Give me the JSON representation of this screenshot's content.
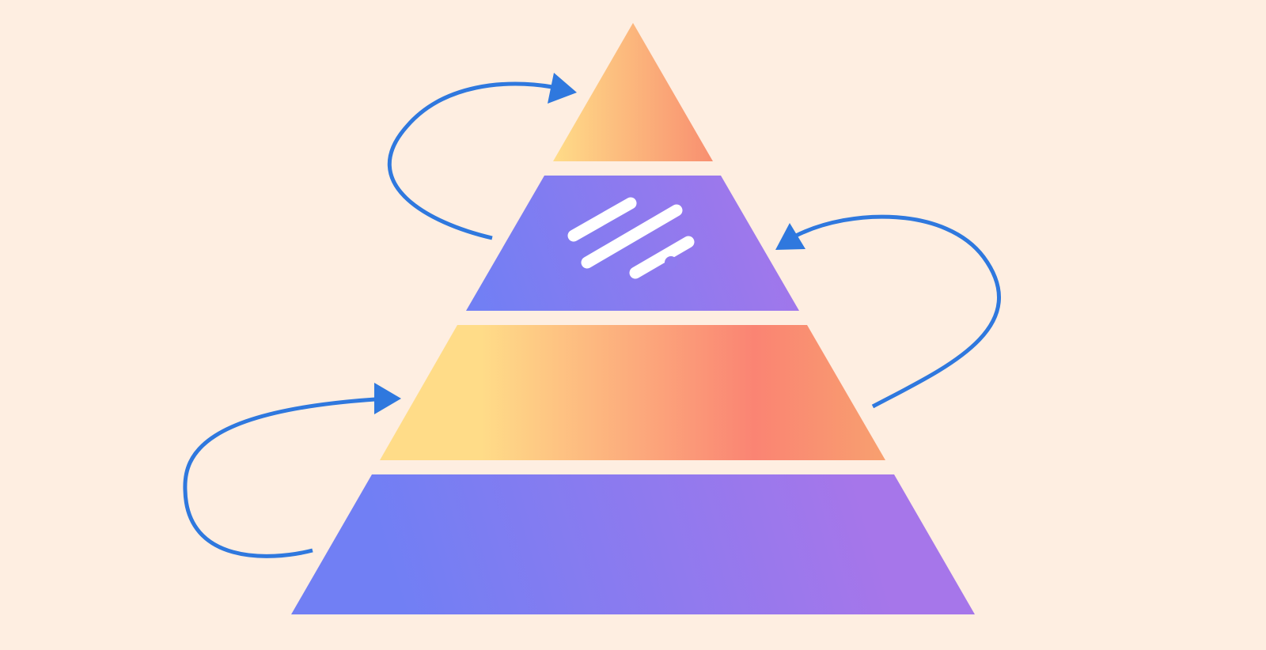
{
  "diagram": {
    "type": "pyramid",
    "tier_count": 4,
    "colors": {
      "background": "#FEEEE1",
      "arrow": "#2F78DE",
      "warm_gradient": [
        "#FFDC88",
        "#FA8473",
        "#F8A06F"
      ],
      "cool_gradient": [
        "#717FF4",
        "#A676EA"
      ],
      "logo": "#FFFFFF"
    },
    "tiers": [
      {
        "level": 1,
        "fill": "warm"
      },
      {
        "level": 2,
        "fill": "cool",
        "icon": "three-bars-logo-icon"
      },
      {
        "level": 3,
        "fill": "warm"
      },
      {
        "level": 4,
        "fill": "cool"
      }
    ],
    "arrows": [
      {
        "from_tier": 2,
        "to_tier": 1,
        "side": "left"
      },
      {
        "from_tier": 3,
        "to_tier": 2,
        "side": "right"
      },
      {
        "from_tier": 4,
        "to_tier": 3,
        "side": "left"
      }
    ]
  }
}
